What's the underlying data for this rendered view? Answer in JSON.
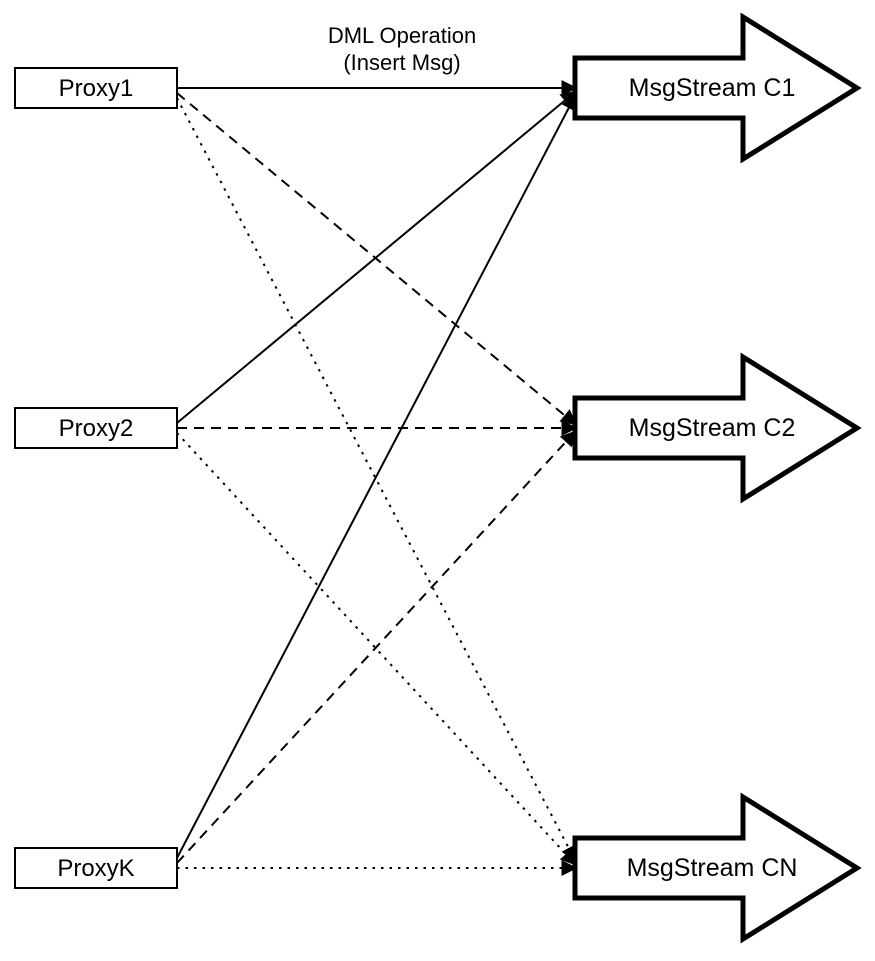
{
  "diagram": {
    "title": {
      "line1": "DML Operation",
      "line2": "(Insert Msg)"
    },
    "proxies": [
      {
        "id": "proxy1",
        "label": "Proxy1"
      },
      {
        "id": "proxy2",
        "label": "Proxy2"
      },
      {
        "id": "proxyk",
        "label": "ProxyK"
      }
    ],
    "streams": [
      {
        "id": "c1",
        "label": "MsgStream C1",
        "incoming_line_style": "solid"
      },
      {
        "id": "c2",
        "label": "MsgStream C2",
        "incoming_line_style": "dashed"
      },
      {
        "id": "cn",
        "label": "MsgStream CN",
        "incoming_line_style": "dotted"
      }
    ],
    "edges": [
      {
        "from": "Proxy1",
        "to": "MsgStream C1",
        "style": "solid",
        "label": "DML Operation (Insert Msg)"
      },
      {
        "from": "Proxy1",
        "to": "MsgStream C2",
        "style": "dashed",
        "label": ""
      },
      {
        "from": "Proxy1",
        "to": "MsgStream CN",
        "style": "dotted",
        "label": ""
      },
      {
        "from": "Proxy2",
        "to": "MsgStream C1",
        "style": "solid",
        "label": ""
      },
      {
        "from": "Proxy2",
        "to": "MsgStream C2",
        "style": "dashed",
        "label": ""
      },
      {
        "from": "Proxy2",
        "to": "MsgStream CN",
        "style": "dotted",
        "label": ""
      },
      {
        "from": "ProxyK",
        "to": "MsgStream C1",
        "style": "solid",
        "label": ""
      },
      {
        "from": "ProxyK",
        "to": "MsgStream C2",
        "style": "dashed",
        "label": ""
      },
      {
        "from": "ProxyK",
        "to": "MsgStream CN",
        "style": "dotted",
        "label": ""
      }
    ],
    "colors": {
      "stroke": "#000000",
      "background": "#ffffff",
      "shape_fill": "#ffffff"
    }
  }
}
